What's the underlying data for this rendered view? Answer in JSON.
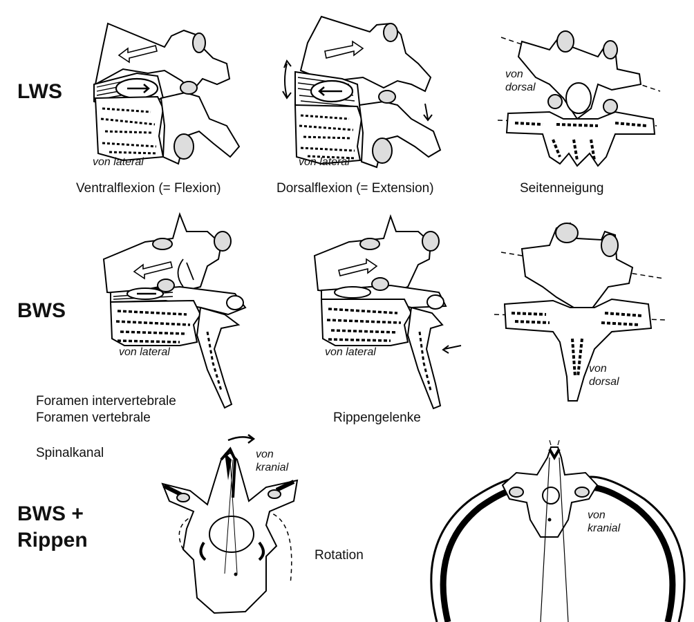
{
  "sections": {
    "lws": "LWS",
    "bws": "BWS",
    "bws_ribs_1": "BWS +",
    "bws_ribs_2": "Rippen"
  },
  "captions": {
    "ventral": "Ventralflexion (= Flexion)",
    "dorsal": "Dorsalflexion (= Extension)",
    "side": "Seitenneigung",
    "foramen_iv": "Foramen intervertebrale",
    "foramen_v": "Foramen vertebrale",
    "rib_joints": "Rippengelenke",
    "spinal_canal": "Spinalkanal",
    "rotation": "Rotation"
  },
  "views": {
    "lateral": "von lateral",
    "dorsal": "von dorsal",
    "von": "von",
    "dorsal_word": "dorsal",
    "kranial_word": "kranial"
  },
  "icons": [
    "vertebra-lateral-figure",
    "vertebra-dorsal-figure",
    "vertebra-cranial-figure",
    "rib-ring-figure",
    "motion-arrow-icon"
  ]
}
